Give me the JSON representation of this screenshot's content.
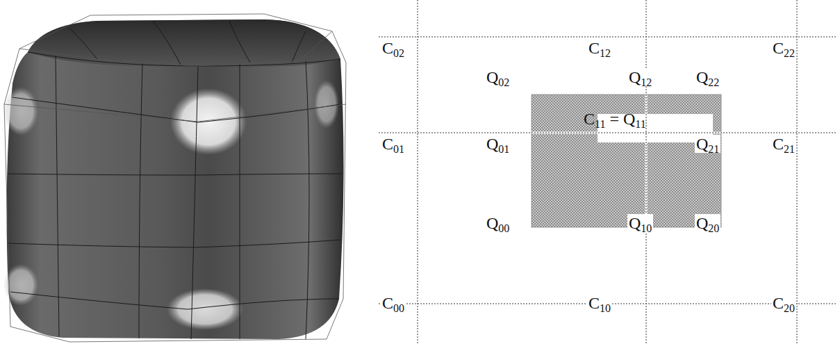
{
  "diagram": {
    "labels": [
      "C02",
      "C12",
      "C22",
      "Q02",
      "Q12",
      "Q22",
      "C11 = Q11",
      "C01",
      "Q01",
      "Q21",
      "C21",
      "Q00",
      "Q10",
      "Q20",
      "C00",
      "C10",
      "C20"
    ]
  }
}
